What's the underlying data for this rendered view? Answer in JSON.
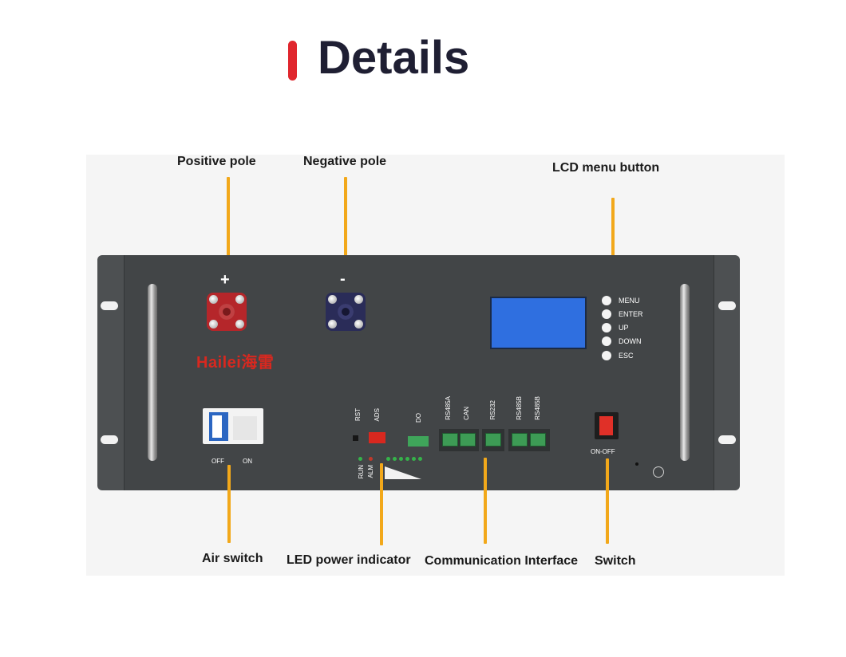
{
  "heading": {
    "title": "Details",
    "accent_color": "#e0262d"
  },
  "callouts": {
    "positive_pole": "Positive pole",
    "negative_pole": "Negative pole",
    "lcd_menu_button": "LCD menu button",
    "air_switch": "Air switch",
    "led_power_indicator": "LED power indicator",
    "communication_interface": "Communication Interface",
    "switch": "Switch"
  },
  "panel": {
    "brand": "Hailei海雷",
    "positive_mark": "+",
    "negative_mark": "-",
    "menu_buttons": [
      "MENU",
      "ENTER",
      "UP",
      "DOWN",
      "ESC"
    ],
    "breaker_off": "OFF",
    "breaker_on": "ON",
    "rst": "RST",
    "ads": "ADS",
    "do": "DO",
    "run": "RUN",
    "alm": "ALM",
    "ports": [
      "RS485A",
      "CAN",
      "RS232",
      "RS485B",
      "RS485B"
    ],
    "power_switch": "ON-OFF"
  },
  "colors": {
    "leader": "#f2a81a",
    "panel": "#424547",
    "lcd": "#2f6fe0",
    "positive_terminal": "#b5262a",
    "negative_terminal": "#2a2c58"
  }
}
